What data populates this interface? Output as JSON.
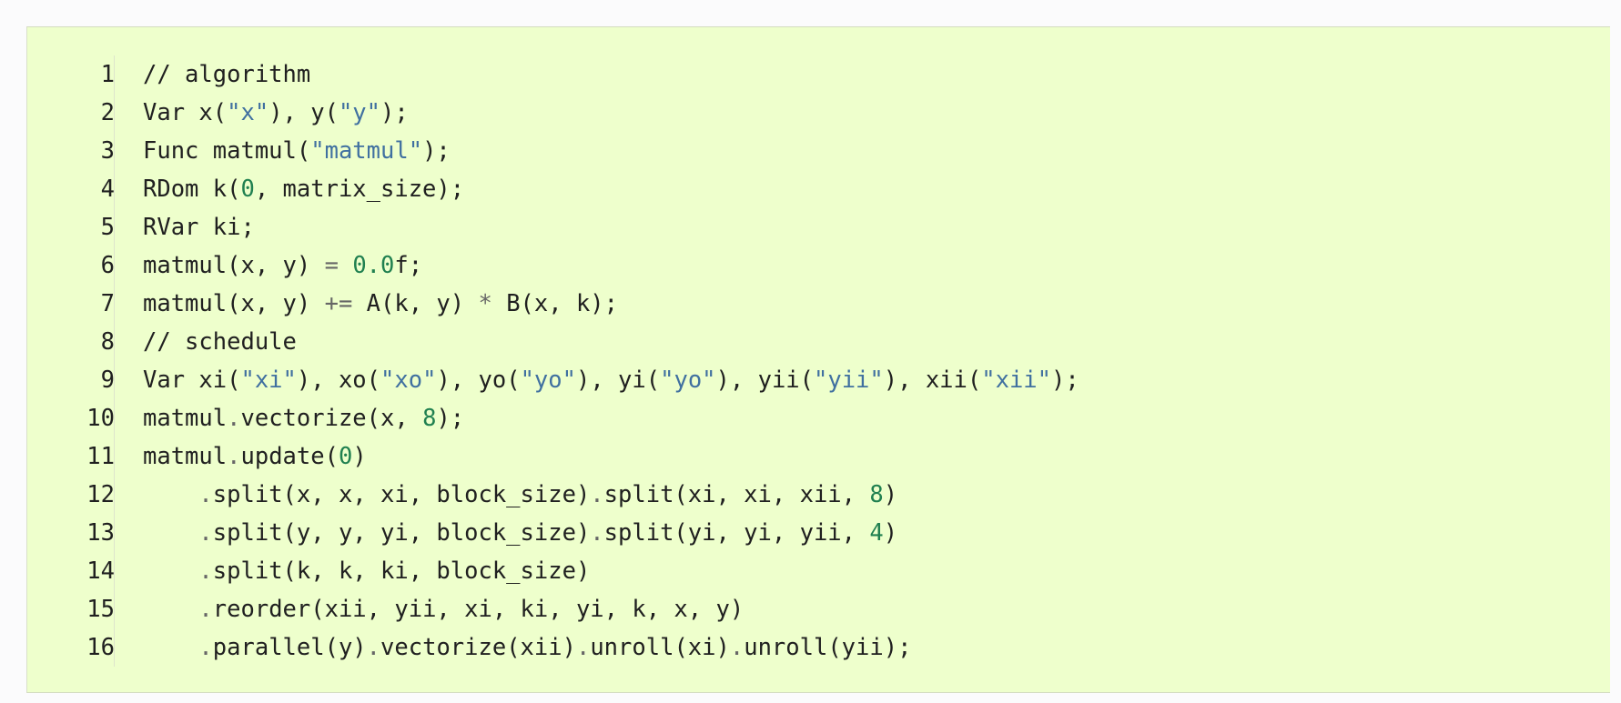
{
  "code_block": {
    "line_numbers": [
      "1",
      "2",
      "3",
      "4",
      "5",
      "6",
      "7",
      "8",
      "9",
      "10",
      "11",
      "12",
      "13",
      "14",
      "15",
      "16"
    ],
    "lines": [
      [
        {
          "t": "// algorithm",
          "k": "cmt"
        }
      ],
      [
        {
          "t": "Var x(",
          "k": "plain"
        },
        {
          "t": "\"x\"",
          "k": "str"
        },
        {
          "t": "), y(",
          "k": "plain"
        },
        {
          "t": "\"y\"",
          "k": "str"
        },
        {
          "t": ");",
          "k": "plain"
        }
      ],
      [
        {
          "t": "Func matmul(",
          "k": "plain"
        },
        {
          "t": "\"matmul\"",
          "k": "str"
        },
        {
          "t": ");",
          "k": "plain"
        }
      ],
      [
        {
          "t": "RDom k(",
          "k": "plain"
        },
        {
          "t": "0",
          "k": "num"
        },
        {
          "t": ", matrix_size);",
          "k": "plain"
        }
      ],
      [
        {
          "t": "RVar ki;",
          "k": "plain"
        }
      ],
      [
        {
          "t": "matmul(x, y) ",
          "k": "plain"
        },
        {
          "t": "=",
          "k": "op"
        },
        {
          "t": " ",
          "k": "plain"
        },
        {
          "t": "0.0",
          "k": "num"
        },
        {
          "t": "f;",
          "k": "plain"
        }
      ],
      [
        {
          "t": "matmul(x, y) ",
          "k": "plain"
        },
        {
          "t": "+=",
          "k": "op"
        },
        {
          "t": " A(k, y) ",
          "k": "plain"
        },
        {
          "t": "*",
          "k": "op"
        },
        {
          "t": " B(x, k);",
          "k": "plain"
        }
      ],
      [
        {
          "t": "// schedule",
          "k": "cmt"
        }
      ],
      [
        {
          "t": "Var xi(",
          "k": "plain"
        },
        {
          "t": "\"xi\"",
          "k": "str"
        },
        {
          "t": "), xo(",
          "k": "plain"
        },
        {
          "t": "\"xo\"",
          "k": "str"
        },
        {
          "t": "), yo(",
          "k": "plain"
        },
        {
          "t": "\"yo\"",
          "k": "str"
        },
        {
          "t": "), yi(",
          "k": "plain"
        },
        {
          "t": "\"yo\"",
          "k": "str"
        },
        {
          "t": "), yii(",
          "k": "plain"
        },
        {
          "t": "\"yii\"",
          "k": "str"
        },
        {
          "t": "), xii(",
          "k": "plain"
        },
        {
          "t": "\"xii\"",
          "k": "str"
        },
        {
          "t": ");",
          "k": "plain"
        }
      ],
      [
        {
          "t": "matmul",
          "k": "plain"
        },
        {
          "t": ".",
          "k": "op"
        },
        {
          "t": "vectorize(x, ",
          "k": "plain"
        },
        {
          "t": "8",
          "k": "num"
        },
        {
          "t": ");",
          "k": "plain"
        }
      ],
      [
        {
          "t": "matmul",
          "k": "plain"
        },
        {
          "t": ".",
          "k": "op"
        },
        {
          "t": "update(",
          "k": "plain"
        },
        {
          "t": "0",
          "k": "num"
        },
        {
          "t": ")",
          "k": "plain"
        }
      ],
      [
        {
          "t": "    ",
          "k": "plain"
        },
        {
          "t": ".",
          "k": "op"
        },
        {
          "t": "split(x, x, xi, block_size)",
          "k": "plain"
        },
        {
          "t": ".",
          "k": "op"
        },
        {
          "t": "split(xi, xi, xii, ",
          "k": "plain"
        },
        {
          "t": "8",
          "k": "num"
        },
        {
          "t": ")",
          "k": "plain"
        }
      ],
      [
        {
          "t": "    ",
          "k": "plain"
        },
        {
          "t": ".",
          "k": "op"
        },
        {
          "t": "split(y, y, yi, block_size)",
          "k": "plain"
        },
        {
          "t": ".",
          "k": "op"
        },
        {
          "t": "split(yi, yi, yii, ",
          "k": "plain"
        },
        {
          "t": "4",
          "k": "num"
        },
        {
          "t": ")",
          "k": "plain"
        }
      ],
      [
        {
          "t": "    ",
          "k": "plain"
        },
        {
          "t": ".",
          "k": "op"
        },
        {
          "t": "split(k, k, ki, block_size)",
          "k": "plain"
        }
      ],
      [
        {
          "t": "    ",
          "k": "plain"
        },
        {
          "t": ".",
          "k": "op"
        },
        {
          "t": "reorder(xii, yii, xi, ki, yi, k, x, y)",
          "k": "plain"
        }
      ],
      [
        {
          "t": "    ",
          "k": "plain"
        },
        {
          "t": ".",
          "k": "op"
        },
        {
          "t": "parallel(y)",
          "k": "plain"
        },
        {
          "t": ".",
          "k": "op"
        },
        {
          "t": "vectorize(xii)",
          "k": "plain"
        },
        {
          "t": ".",
          "k": "op"
        },
        {
          "t": "unroll(xi)",
          "k": "plain"
        },
        {
          "t": ".",
          "k": "op"
        },
        {
          "t": "unroll(yii);",
          "k": "plain"
        }
      ]
    ]
  },
  "colors": {
    "background": "#eeffcc",
    "string": "#4070a0",
    "number": "#208050",
    "text": "#202020"
  }
}
